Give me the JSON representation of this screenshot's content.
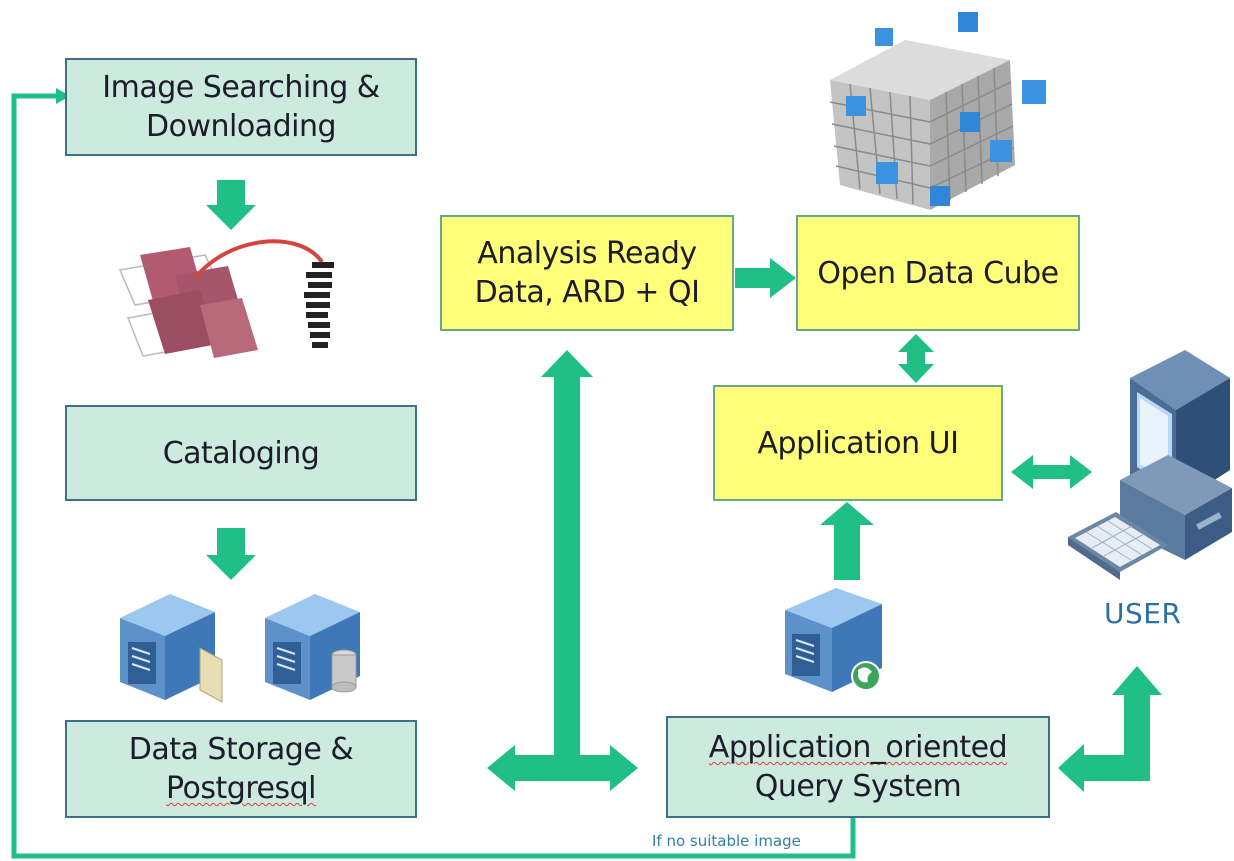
{
  "boxes": {
    "image_searching": "Image Searching &\nDownloading",
    "cataloging": "Cataloging",
    "data_storage_line1": "Data Storage &",
    "data_storage_line2": "Postgresql",
    "ard": "Analysis Ready\nData, ARD + QI",
    "open_data_cube": "Open Data Cube",
    "application_ui": "Application UI",
    "query_system_line1": "Application_oriented",
    "query_system_line2": "Query System"
  },
  "labels": {
    "user": "USER",
    "feedback": "If no suitable image"
  },
  "icons": {
    "cube": "data-cube-icon",
    "satellite_images": "satellite-image-stack-icon",
    "server_a": "server-icon",
    "server_b": "database-server-icon",
    "web_server": "web-server-icon",
    "user_computer": "desktop-computer-icon"
  },
  "colors": {
    "teal_box": "#cdeadf",
    "yellow_box": "#ffff7a",
    "arrow_green": "#1fbf86",
    "user_text": "#2a6fa6"
  }
}
